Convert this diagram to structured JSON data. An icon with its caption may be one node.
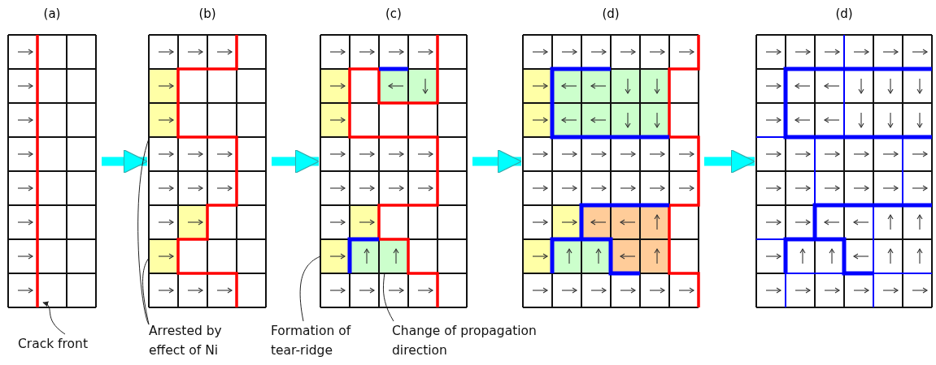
{
  "diagram": {
    "nodes": [
      {
        "text": [
          "(a)"
        ]
      },
      {
        "text": [
          "(b)"
        ]
      },
      {
        "text": [
          "(c)"
        ]
      },
      {
        "text": [
          "(d)"
        ]
      },
      {
        "text": [
          "(d)"
        ]
      },
      {
        "text": [
          "Crack front"
        ]
      },
      {
        "text": [
          "Arrested by effect of Ni"
        ]
      },
      {
        "text": [
          "Formation of tear-ridge"
        ]
      },
      {
        "text": [
          "Change of propagation direction"
        ]
      }
    ],
    "edges": [
      {
        "from": 0,
        "to": 1,
        "arrow": "to",
        "style": "thick",
        "color": "#00ffff"
      },
      {
        "from": 1,
        "to": 2,
        "arrow": "to",
        "style": "thick",
        "color": "#00ffff"
      },
      {
        "from": 2,
        "to": 3,
        "arrow": "to",
        "style": "thick",
        "color": "#00ffff"
      },
      {
        "from": 3,
        "to": 4,
        "arrow": "to",
        "style": "thick",
        "color": "#00ffff"
      },
      {
        "from": 5,
        "to": 0,
        "arrow": "to"
      },
      {
        "from": 6,
        "to": 1,
        "arrow": "to"
      },
      {
        "from": 6,
        "to": 1,
        "arrow": "to"
      },
      {
        "from": 7,
        "to": 2,
        "arrow": "to"
      },
      {
        "from": 8,
        "to": 2,
        "arrow": "to"
      }
    ]
  }
}
